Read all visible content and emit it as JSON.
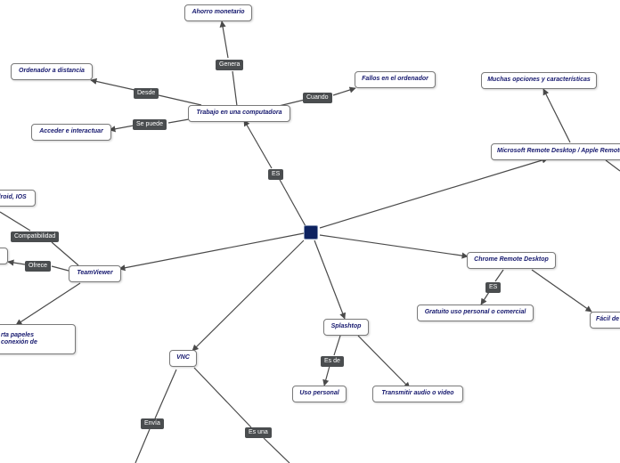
{
  "central": {
    "label": ""
  },
  "nodes": {
    "ahorro": "Ahorro monetario",
    "ordenador": "Ordenador a distancia",
    "fallos": "Fallos en el ordenador",
    "trabajo": "Trabajo en una computadora",
    "acceder": "Acceder e interactuar",
    "muchas": "Muchas opciones y características",
    "microsoft": "Microsoft Remote Desktop / Apple Remote",
    "android": "droid, IOS",
    "teamviewer": "TeamViewer",
    "soporta": "rta papeles\nconexión de",
    "chrome": "Chrome Remote Desktop",
    "gratuito": "Gratuito uso personal o comercial",
    "facil": "Fácil de",
    "splashtop": "Splashtop",
    "uso_personal": "Uso personal",
    "transmitir": "Transmitir audio o video",
    "vnc": "VNC"
  },
  "relations": {
    "genera": "Genera",
    "desde": "Desde",
    "cuando": "Cuando",
    "se_puede": "Se puede",
    "es_main": "ES",
    "compatibilidad": "Compatibilidad",
    "ofrece": "Ofrece",
    "es_chrome": "ES",
    "es_de": "Es de",
    "envia": "Envía",
    "es_una": "Es una"
  },
  "colors": {
    "node_text": "#15186e",
    "relation_bg": "#4a4d4f",
    "central": "#0d2260",
    "line": "#4a4a4a"
  }
}
